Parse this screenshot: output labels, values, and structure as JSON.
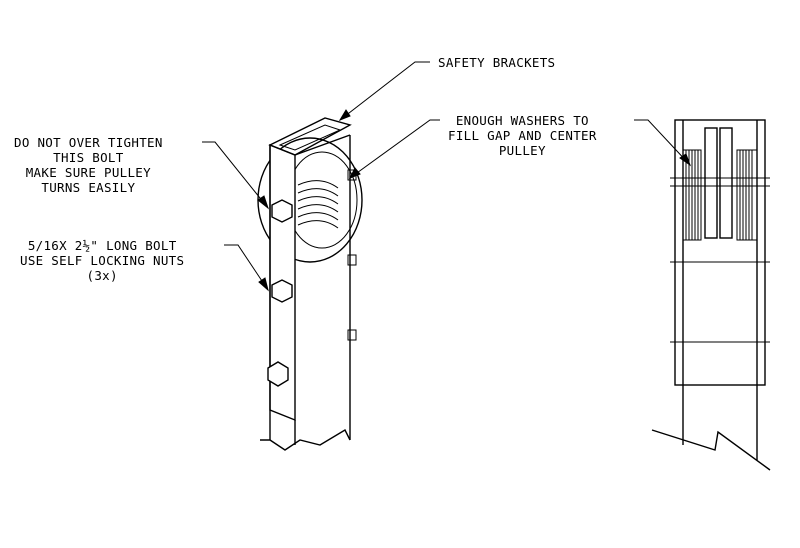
{
  "labels": {
    "safety_brackets": "SAFETY BRACKETS",
    "washers": [
      "ENOUGH WASHERS TO",
      "FILL GAP AND CENTER",
      "PULLEY"
    ],
    "tighten": [
      "DO NOT OVER TIGHTEN",
      "THIS BOLT",
      "MAKE SURE PULLEY",
      "TURNS EASILY"
    ],
    "bolt": [
      "5/16X 2½\" LONG BOLT",
      "USE SELF LOCKING NUTS",
      "(3x)"
    ]
  }
}
